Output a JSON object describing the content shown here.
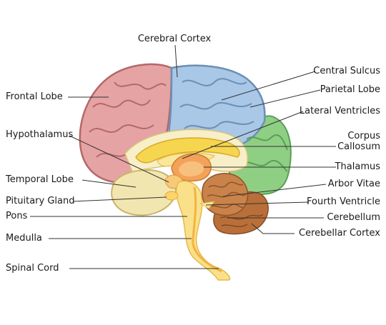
{
  "labels": {
    "cerebral_cortex": "Cerebral Cortex",
    "frontal_lobe": "Frontal Lobe",
    "hypothalamus": "Hypothalamus",
    "temporal_lobe": "Temporal Lobe",
    "pituitary_gland": "Pituitary Gland",
    "pons": "Pons",
    "medulla": "Medulla",
    "spinal_cord": "Spinal Cord",
    "central_sulcus": "Central Sulcus",
    "parietal_lobe": "Parietal Lobe",
    "lateral_ventricles": "Lateral Ventricles",
    "corpus_callosum_line1": "Corpus",
    "corpus_callosum_line2": "Callosum",
    "thalamus": "Thalamus",
    "arbor_vitae": "Arbor Vitae",
    "fourth_ventricle": "Fourth Ventricle",
    "cerebellum": "Cerebellum",
    "cerebellar_cortex": "Cerebellar Cortex"
  },
  "colors": {
    "frontal_lobe": "#e6a3a3",
    "parietal_lobe": "#a9c7e6",
    "occipital_lobe": "#8fcf84",
    "temporal_lobe": "#f2e6b0",
    "corpus_callosum": "#f6d64e",
    "thalamus": "#f3a25a",
    "brainstem": "#fbe08a",
    "cerebellum": "#c9834a",
    "leader_line": "#333333"
  }
}
